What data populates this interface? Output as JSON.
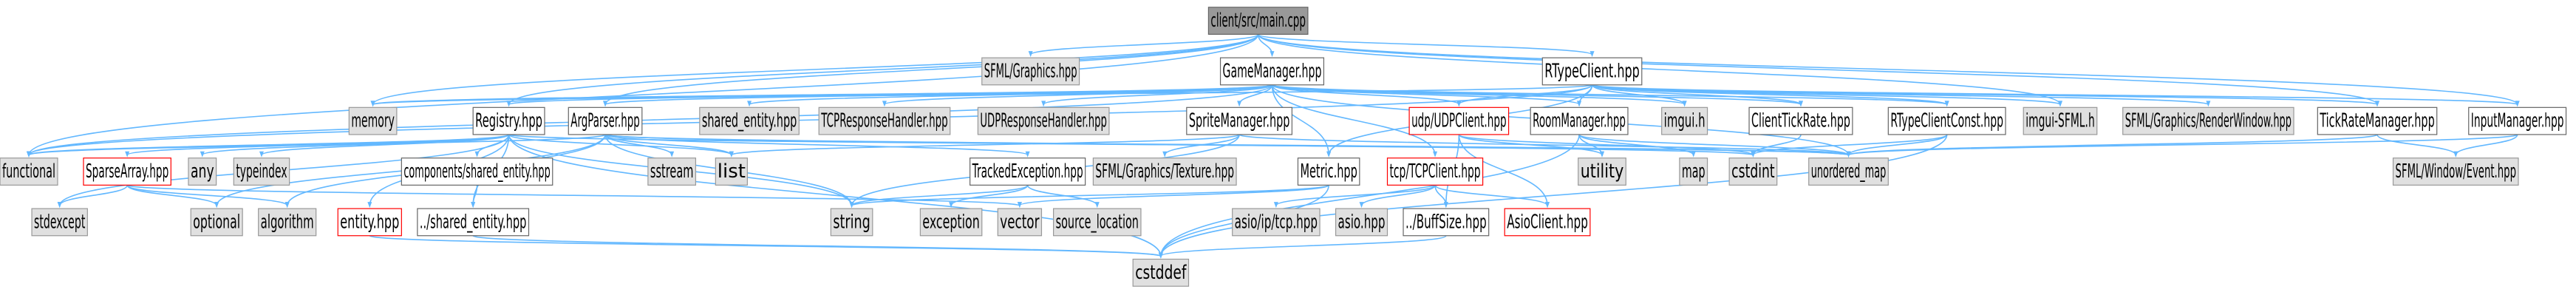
{
  "diagram": {
    "nodes": {
      "main": {
        "label": "client/src/main.cpp",
        "kind": "root"
      },
      "sfml_gfx": {
        "label": "SFML/Graphics.hpp",
        "kind": "system"
      },
      "gm": {
        "label": "GameManager.hpp",
        "kind": "normal"
      },
      "rtc": {
        "label": "RTypeClient.hpp",
        "kind": "normal"
      },
      "memory": {
        "label": "memory",
        "kind": "system"
      },
      "registry": {
        "label": "Registry.hpp",
        "kind": "normal"
      },
      "argparser": {
        "label": "ArgParser.hpp",
        "kind": "normal"
      },
      "shared_ent": {
        "label": "shared_entity.hpp",
        "kind": "system"
      },
      "tcprh": {
        "label": "TCPResponseHandler.hpp",
        "kind": "system"
      },
      "udprh": {
        "label": "UDPResponseHandler.hpp",
        "kind": "system"
      },
      "spritemgr": {
        "label": "SpriteManager.hpp",
        "kind": "normal"
      },
      "udpclient": {
        "label": "udp/UDPClient.hpp",
        "kind": "missing"
      },
      "roommgr": {
        "label": "RoomManager.hpp",
        "kind": "normal"
      },
      "imgui": {
        "label": "imgui.h",
        "kind": "system"
      },
      "ctickrate": {
        "label": "ClientTickRate.hpp",
        "kind": "normal"
      },
      "rtcconst": {
        "label": "RTypeClientConst.hpp",
        "kind": "normal"
      },
      "imguisfml": {
        "label": "imgui-SFML.h",
        "kind": "system"
      },
      "renderwin": {
        "label": "SFML/Graphics/RenderWindow.hpp",
        "kind": "system"
      },
      "tickratemgr": {
        "label": "TickRateManager.hpp",
        "kind": "normal"
      },
      "inputmgr": {
        "label": "InputManager.hpp",
        "kind": "normal"
      },
      "functional": {
        "label": "functional",
        "kind": "system"
      },
      "sparsearray": {
        "label": "SparseArray.hpp",
        "kind": "missing"
      },
      "any": {
        "label": "any",
        "kind": "system"
      },
      "typeindex": {
        "label": "typeindex",
        "kind": "system"
      },
      "comp_shared": {
        "label": "components/shared_entity.hpp",
        "kind": "normal"
      },
      "sstream": {
        "label": "sstream",
        "kind": "system"
      },
      "list": {
        "label": "list",
        "kind": "system"
      },
      "tracked": {
        "label": "TrackedException.hpp",
        "kind": "normal"
      },
      "sfml_tex": {
        "label": "SFML/Graphics/Texture.hpp",
        "kind": "system"
      },
      "metric": {
        "label": "Metric.hpp",
        "kind": "normal"
      },
      "tcpclient": {
        "label": "tcp/TCPClient.hpp",
        "kind": "missing"
      },
      "utility": {
        "label": "utility",
        "kind": "system"
      },
      "map": {
        "label": "map",
        "kind": "system"
      },
      "cstdint": {
        "label": "cstdint",
        "kind": "system"
      },
      "unordered": {
        "label": "unordered_map",
        "kind": "system"
      },
      "sfml_event": {
        "label": "SFML/Window/Event.hpp",
        "kind": "system"
      },
      "stdexcept": {
        "label": "stdexcept",
        "kind": "system"
      },
      "optional": {
        "label": "optional",
        "kind": "system"
      },
      "algorithm": {
        "label": "algorithm",
        "kind": "system"
      },
      "entity": {
        "label": "entity.hpp",
        "kind": "missing"
      },
      "shared_rel": {
        "label": "../shared_entity.hpp",
        "kind": "normal"
      },
      "string": {
        "label": "string",
        "kind": "system"
      },
      "exception": {
        "label": "exception",
        "kind": "system"
      },
      "vector": {
        "label": "vector",
        "kind": "system"
      },
      "srcloc": {
        "label": "source_location",
        "kind": "system"
      },
      "asio_tcp": {
        "label": "asio/ip/tcp.hpp",
        "kind": "system"
      },
      "asio": {
        "label": "asio.hpp",
        "kind": "system"
      },
      "buffsize": {
        "label": "../BuffSize.hpp",
        "kind": "normal"
      },
      "asioclient": {
        "label": "AsioClient.hpp",
        "kind": "missing"
      },
      "cstddef": {
        "label": "cstddef",
        "kind": "system"
      }
    },
    "colors": {
      "edge": "#63B8FF",
      "root_fill": "#999999",
      "system_fill": "#E0E0E0",
      "system_border": "#999999",
      "normal_fill": "#FFFFFF",
      "normal_border": "#666666",
      "missing_fill": "#FFFFFF",
      "missing_border": "#FF0000"
    }
  }
}
